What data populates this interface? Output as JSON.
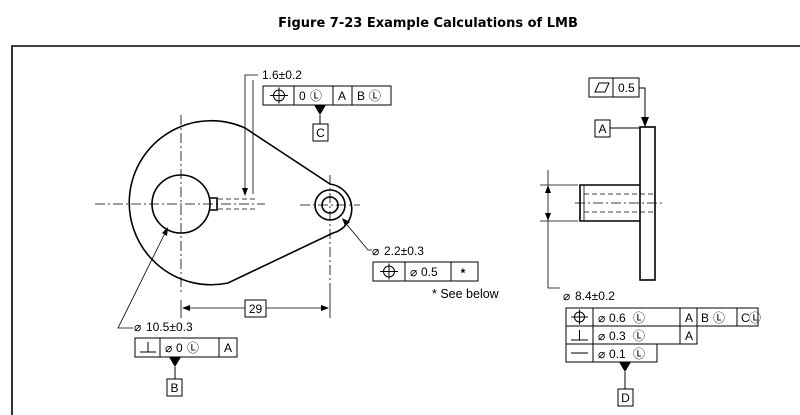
{
  "figure_title": "Figure 7-23 Example Calculations of LMB",
  "symbols": {
    "diameter": "⌀",
    "position": "⌖",
    "lmc": "Ⓛ",
    "perpendicular": "⊥",
    "flatness": "▱",
    "straightness": "—",
    "asterisk": "*"
  },
  "slot": {
    "dimension": "1.6±0.2",
    "fcf": [
      "0",
      "A",
      "B"
    ],
    "datum": "C"
  },
  "small_hole": {
    "dimension": "2.2±0.3",
    "fcf": [
      "0.5"
    ]
  },
  "see_below": "* See below",
  "center_distance": "29",
  "bore": {
    "dimension": "10.5±0.3",
    "fcf": [
      "0",
      "A"
    ],
    "datum": "B"
  },
  "face": {
    "flatness": "0.5",
    "datum": "A"
  },
  "shaft": {
    "dimension": "8.4±0.2",
    "fcf_rows": [
      [
        "0.6",
        "A",
        "B",
        "C"
      ],
      [
        "0.3",
        "A"
      ],
      [
        "0.1"
      ]
    ],
    "datum": "D"
  }
}
